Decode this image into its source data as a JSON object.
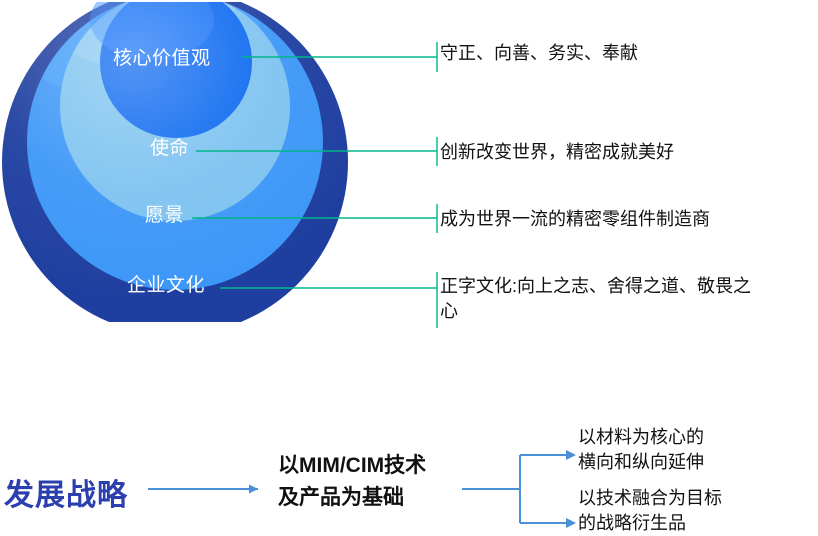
{
  "colors": {
    "ring_outer": "#1F3FA0",
    "ring_third": "#3D97F7",
    "ring_second": "#7EC3F0",
    "ring_core": "#0B68F0",
    "highlight": "#4FA8FA",
    "leader_line": "#00B58A",
    "strategy_blue": "#2C3FAF",
    "arrow_blue": "#4A90D9",
    "label_text": "#FFFFFF",
    "body_text": "#111111",
    "background": "#FFFFFF"
  },
  "sphere": {
    "rings": [
      {
        "id": "core",
        "label": "核心价值观",
        "color": "#0B68F0"
      },
      {
        "id": "mission",
        "label": "使命",
        "color": "#7EC3F0"
      },
      {
        "id": "vision",
        "label": "愿景",
        "color": "#3D97F7"
      },
      {
        "id": "culture",
        "label": "企业文化",
        "color": "#1F3FA0"
      }
    ]
  },
  "descriptions": [
    {
      "id": "core-desc",
      "text": "守正、向善、务实、奉献"
    },
    {
      "id": "mission-desc",
      "text": "创新改变世界，精密成就美好"
    },
    {
      "id": "vision-desc",
      "text": "成为世界一流的精密零组件制造商"
    },
    {
      "id": "culture-desc",
      "text": "正字文化:向上之志、舍得之道、敬畏之\n心"
    }
  ],
  "strategy": {
    "title": "发展战略",
    "base": "以MIM/CIM技术\n及产品为基础",
    "branches": [
      {
        "id": "branch-material",
        "text": "以材料为核心的\n横向和纵向延伸"
      },
      {
        "id": "branch-technology",
        "text": "以技术融合为目标\n的战略衍生品"
      }
    ]
  }
}
